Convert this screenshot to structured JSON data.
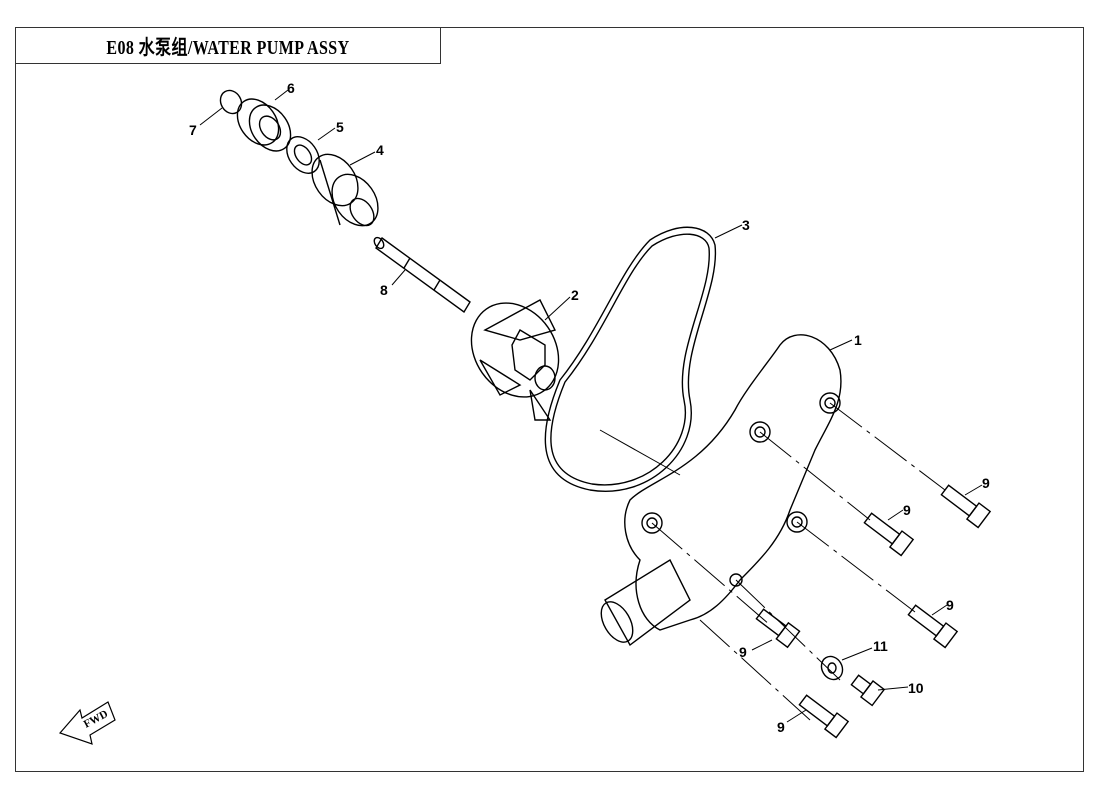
{
  "title": "E08  水泵组/WATER PUMP ASSY",
  "fwd_label": "FWD",
  "callouts": [
    "1",
    "2",
    "3",
    "4",
    "5",
    "6",
    "7",
    "8",
    "9",
    "9",
    "9",
    "9",
    "9",
    "10",
    "11"
  ]
}
